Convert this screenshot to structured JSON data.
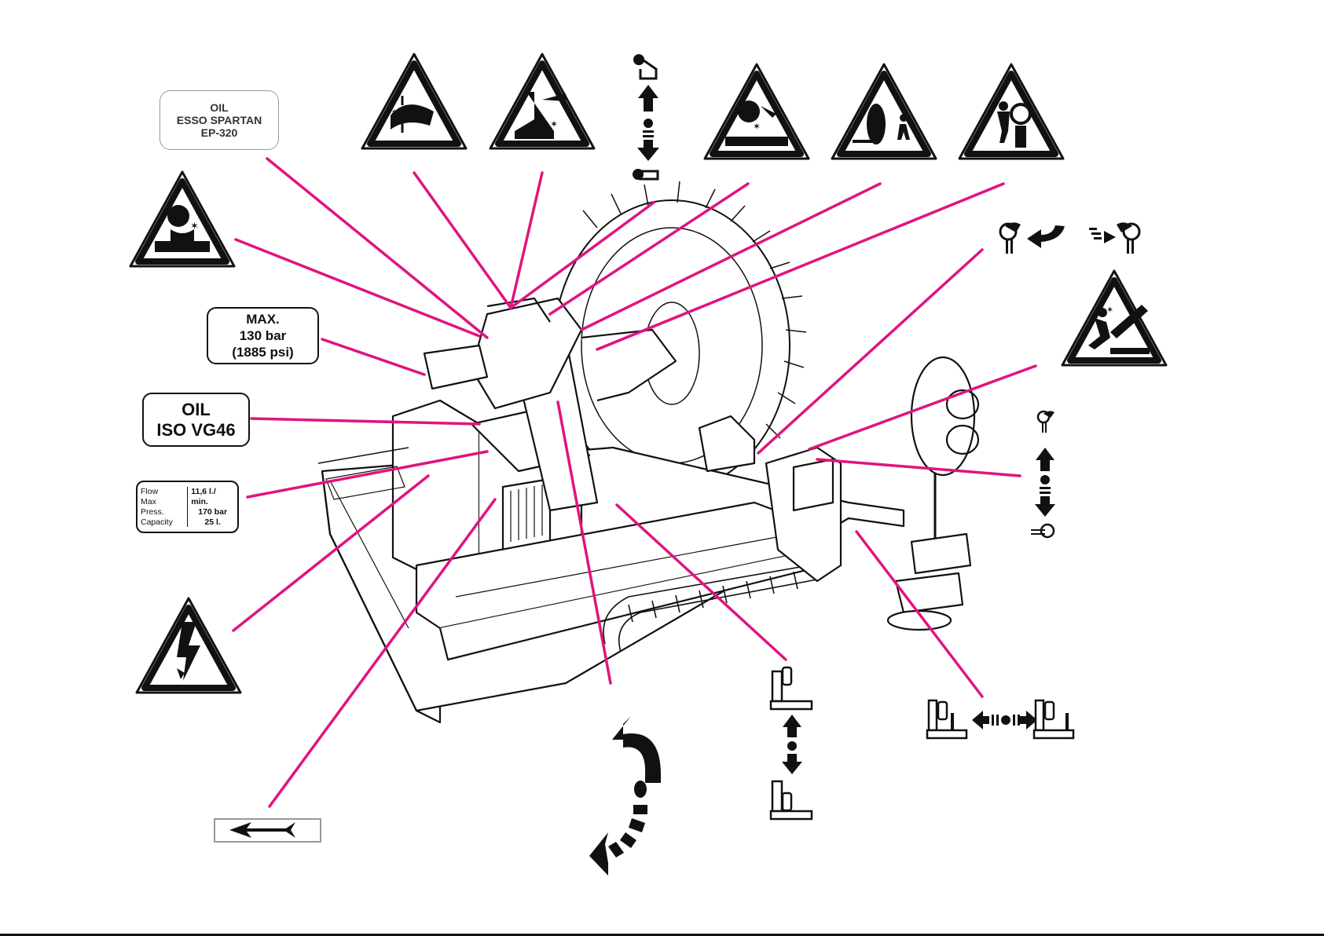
{
  "diagram": {
    "title": "Tyre changer safety and operating decal locations",
    "callout_color": "#e0147f",
    "machine_label": "tyre-changer-machine",
    "labels": {
      "oil_esso": {
        "lines": [
          "OIL",
          "ESSO SPARTAN",
          "EP-320"
        ]
      },
      "max_pressure": {
        "lines": [
          "MAX.",
          "130 bar",
          "(1885 psi)"
        ]
      },
      "oil_iso": {
        "lines": [
          "OIL",
          "ISO VG46"
        ]
      },
      "pump_spec": {
        "rows": [
          {
            "name": "Flow",
            "value": "11,6 l./ min."
          },
          {
            "name": "Max Press.",
            "value": "170 bar"
          },
          {
            "name": "Capacity",
            "value": "25 l."
          }
        ]
      }
    },
    "warning_signs": [
      {
        "id": "crush-hands-sign",
        "meaning": "Hand crushing hazard"
      },
      {
        "id": "crush-foot-sign",
        "meaning": "Foot crushing hazard"
      },
      {
        "id": "head-impact-sign",
        "meaning": "Head impact hazard (left)"
      },
      {
        "id": "head-impact-sign-2",
        "meaning": "Head impact hazard"
      },
      {
        "id": "wheel-fall-sign",
        "meaning": "Falling wheel hazard"
      },
      {
        "id": "operator-area-sign",
        "meaning": "Stay clear of operating area"
      },
      {
        "id": "bead-breaker-sign",
        "meaning": "Bead breaker hazard"
      },
      {
        "id": "electric-shock-sign",
        "meaning": "Electrical hazard"
      }
    ],
    "operation_symbols": [
      {
        "id": "arm-lift-symbol",
        "meaning": "Arm raise / lower"
      },
      {
        "id": "tool-rotate-symbol",
        "meaning": "Tool rotate in / out"
      },
      {
        "id": "tool-tilt-symbol",
        "meaning": "Tool up / down"
      },
      {
        "id": "chuck-rotation-symbol",
        "meaning": "Chuck rotation direction"
      },
      {
        "id": "carriage-vertical-symbol",
        "meaning": "Carriage up / down"
      },
      {
        "id": "carriage-horizontal-symbol",
        "meaning": "Carriage left / right"
      },
      {
        "id": "direction-arrow-symbol",
        "meaning": "Rotation direction arrow"
      }
    ]
  }
}
